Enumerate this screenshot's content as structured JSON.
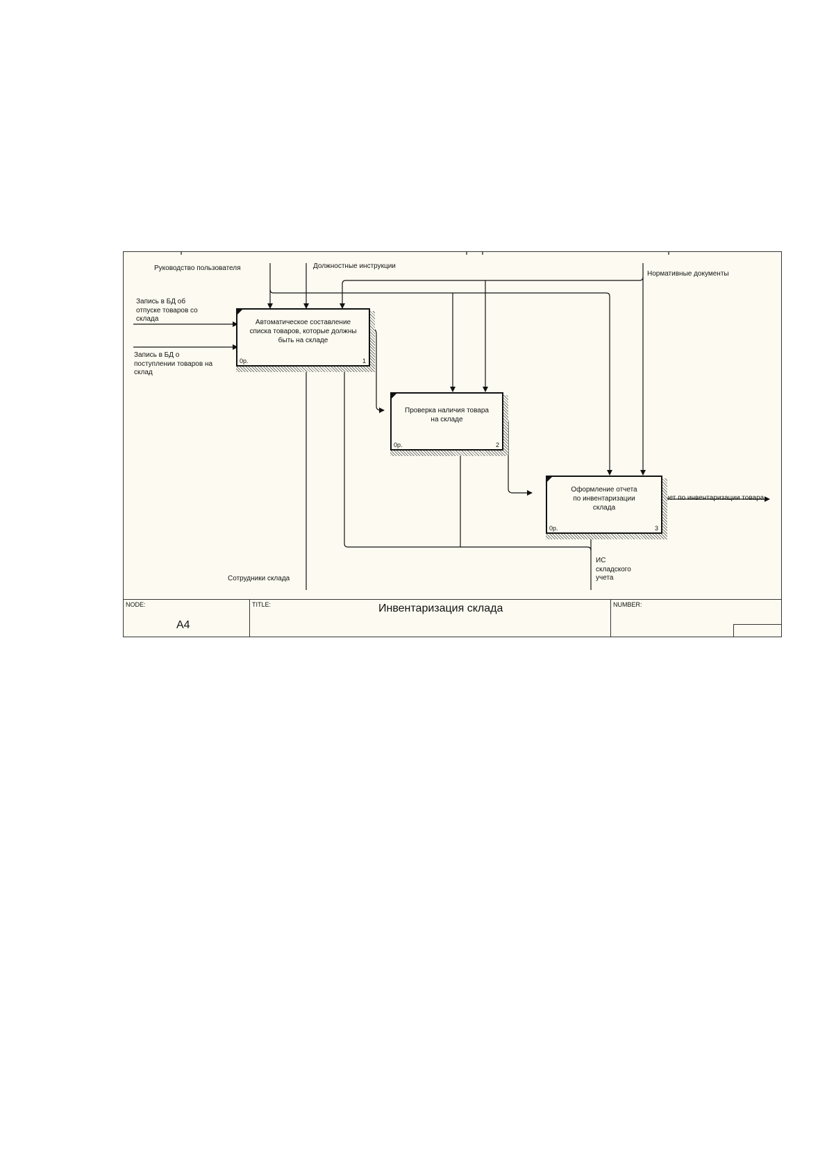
{
  "arrows": {
    "guide": "Руководство пользователя",
    "instructions": "Должностные инструкции",
    "normative": "Нормативные документы",
    "input_release": "Запись в БД об\nотпуске товаров со\nсклада",
    "input_receipt": "Запись в БД о\nпоступлении товаров на\nсклад",
    "staff": "Сотрудники склада",
    "is_system": "ИС\nскладского\nучета",
    "output_report": "Отчет по инвентаризации товара"
  },
  "boxes": [
    {
      "title": "Автоматическое составление\nсписка товаров, которые должны\nбыть на складе",
      "cost": "0р.",
      "number": "1"
    },
    {
      "title": "Проверка наличия товара\nна складе",
      "cost": "0р.",
      "number": "2"
    },
    {
      "title": "Оформление отчета\nпо инвентаризации\nсклада",
      "cost": "0р.",
      "number": "3"
    }
  ],
  "titlebar": {
    "node_caption": "NODE:",
    "node_value": "A4",
    "title_caption": "TITLE:",
    "title_value": "Инвентаризация склада",
    "number_caption": "NUMBER:"
  },
  "colors": {
    "background": "#fdfbf1",
    "line": "#111111"
  }
}
